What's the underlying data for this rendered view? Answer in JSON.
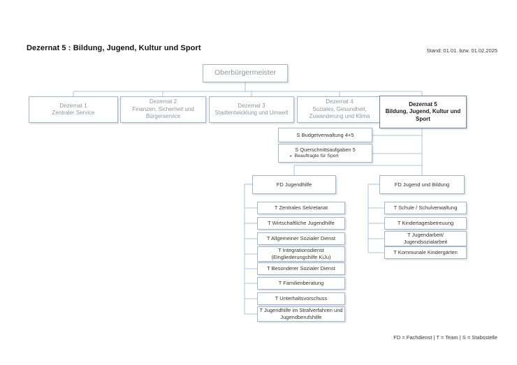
{
  "header": {
    "title": "Dezernat 5 : Bildung, Jugend, Kultur und Sport",
    "stand": "Stand: 01.01. bzw. 01.02.2025"
  },
  "footer": {
    "legend": "FD = Fachdienst | T = Team | S = Stabsstelle"
  },
  "colors": {
    "box_border": "#a3b7c9",
    "highlight_border": "#6d8193",
    "connector_line": "#a8c4de",
    "muted_text": "#8e969d",
    "dark_text": "#333333"
  },
  "org": {
    "root_label": "Oberbürgermeister",
    "dezernate": [
      {
        "name": "Dezernat 1",
        "description": "Zentraler Service",
        "highlighted": false
      },
      {
        "name": "Dezernat 2",
        "description": "Finanzen, Sicherheit und Bürgerservice",
        "highlighted": false
      },
      {
        "name": "Dezernat 3",
        "description": "Stadtentwicklung und Umwelt",
        "highlighted": false
      },
      {
        "name": "Dezernat 4",
        "description": "Soziales, Gesundheit, Zuwanderung und Klima",
        "highlighted": false
      },
      {
        "name": "Dezernat 5",
        "description": "Bildung, Jugend, Kultur und Sport",
        "highlighted": true
      }
    ],
    "stabsstellen": [
      {
        "label": "S Budgetverwaltung 4+5"
      },
      {
        "label": "S Querschnittsaufgaben 5",
        "bullet": "Beauftragte für Sport"
      }
    ],
    "fachdienste": [
      {
        "label": "FD Jugendhilfe",
        "teams": [
          {
            "label": "T Zentrales Sekretariat"
          },
          {
            "label": "T Wirtschaftliche Jugendhilfe"
          },
          {
            "label": "T Allgemeiner Sozialer Dienst"
          },
          {
            "label": "T Integrationsdienst (Eingliederungshilfe KiJu)"
          },
          {
            "label": "T Besonderer Sozialer Dienst"
          },
          {
            "label": "T Familienberatung"
          },
          {
            "label": "T Unterhaltsvorschuss"
          },
          {
            "label": "T Jugendhilfe im Strafverfahren und Jugendberufshilfe"
          }
        ]
      },
      {
        "label": "FD Jugend und Bildung",
        "teams": [
          {
            "label": "T Schule / Schulverwaltung"
          },
          {
            "label": "T Kindertagesbetreuung"
          },
          {
            "label": "T Jugendarbeit/ Jugendsozialarbeit"
          },
          {
            "label": "T Kommunale Kindergärten"
          }
        ]
      }
    ]
  }
}
